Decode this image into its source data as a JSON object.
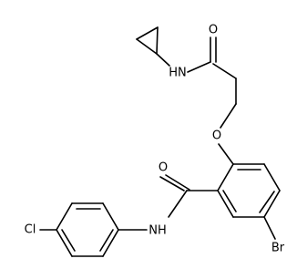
{
  "structure": {
    "atoms": {
      "amide_top_NH": "HN",
      "amide_top_O": "O",
      "ether_O": "O",
      "amide_bottom_O": "O",
      "amide_bottom_NH": "NH",
      "chlorine": "Cl",
      "bromine": "Br"
    }
  }
}
